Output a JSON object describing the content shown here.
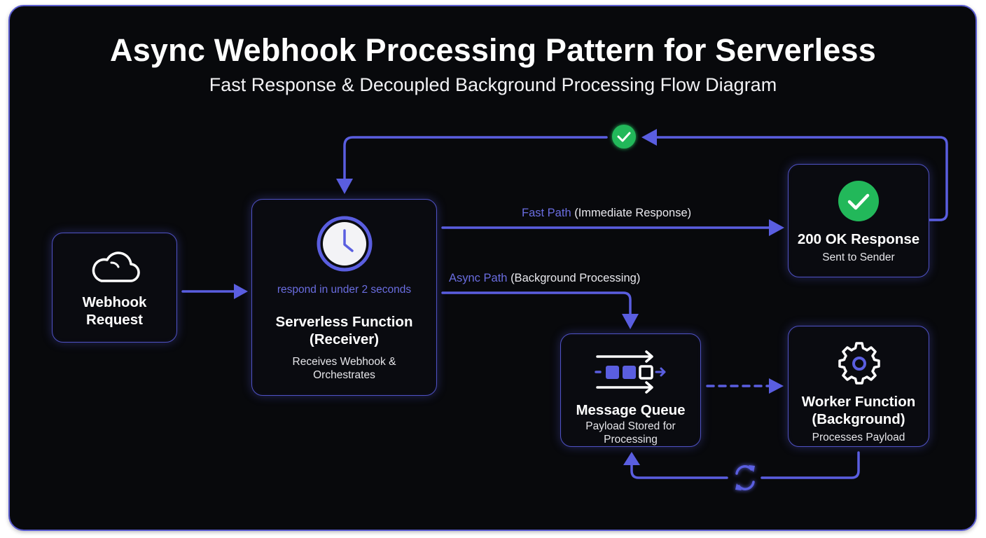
{
  "header": {
    "title": "Async Webhook Processing Pattern for Serverless",
    "subtitle": "Fast Response & Decoupled Background Processing Flow Diagram"
  },
  "colors": {
    "background": "#08090c",
    "accent": "#5a5ee0",
    "accent_text": "#6a6de0",
    "success": "#22b85a",
    "text": "#ffffff"
  },
  "nodes": {
    "webhook_request": {
      "name_line1": "Webhook",
      "name_line2": "Request",
      "icon": "cloud-icon"
    },
    "receiver": {
      "icon": "clock-icon",
      "note": "respond in under 2 seconds",
      "name_line1": "Serverless Function",
      "name_line2": "(Receiver)",
      "desc_line1": "Receives Webhook &",
      "desc_line2": "Orchestrates"
    },
    "ok_response": {
      "icon": "check-circle-icon",
      "name": "200 OK Response",
      "desc": "Sent to Sender"
    },
    "message_queue": {
      "icon": "queue-icon",
      "name": "Message Queue",
      "desc_line1": "Payload Stored for",
      "desc_line2": "Processing"
    },
    "worker": {
      "icon": "gear-icon",
      "name_line1": "Worker Function",
      "name_line2": "(Background)",
      "desc": "Processes Payload"
    }
  },
  "edges": {
    "fast_path": {
      "highlight": "Fast Path",
      "rest": "(Immediate Response)"
    },
    "async_path": {
      "highlight": "Async Path",
      "rest": "(Background Processing)"
    },
    "return_icon": "check-circle-icon",
    "loop_icon": "refresh-icon"
  }
}
